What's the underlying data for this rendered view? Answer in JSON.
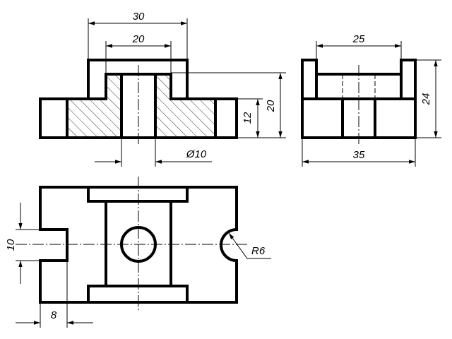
{
  "drawing": {
    "front_view": {
      "dim_overall_top": "30",
      "dim_top_inner": "20",
      "dim_height_total": "20",
      "dim_height_base": "12",
      "dim_hole_diameter": "Ø10"
    },
    "side_view": {
      "dim_inner_width": "25",
      "dim_height": "24",
      "dim_width": "35"
    },
    "top_view": {
      "dim_slot_width": "10",
      "dim_slot_depth": "8",
      "dim_notch_radius": "R6"
    }
  }
}
